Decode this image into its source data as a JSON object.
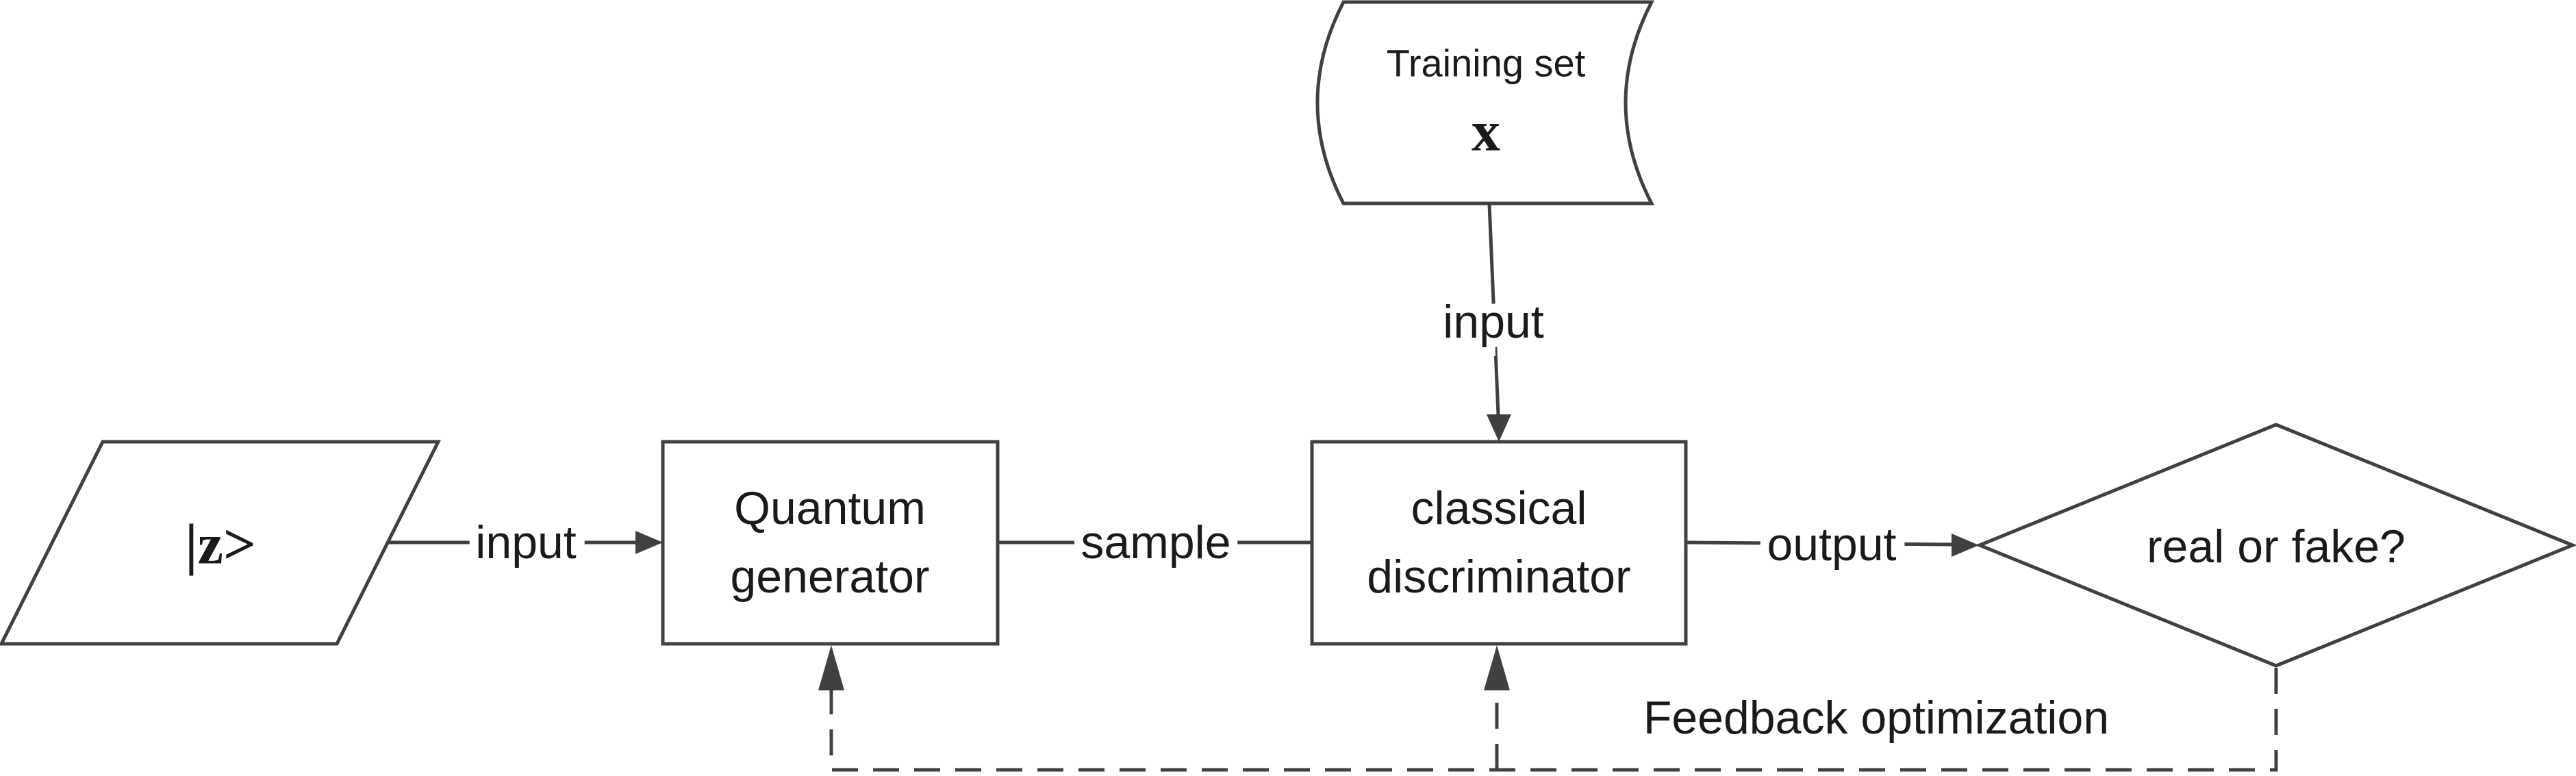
{
  "nodes": {
    "state": {
      "text": "|z>"
    },
    "generator": {
      "line1": "Quantum",
      "line2": "generator"
    },
    "discriminator": {
      "line1": "classical",
      "line2": "discriminator"
    },
    "training_set": {
      "line1": "Training set",
      "line2": "x"
    },
    "decision": {
      "text": "real or fake?"
    }
  },
  "edges": {
    "state_to_generator": "input",
    "generator_to_discriminator": "sample",
    "training_to_discriminator": "input",
    "discriminator_to_decision": "output",
    "feedback": "Feedback optimization"
  }
}
